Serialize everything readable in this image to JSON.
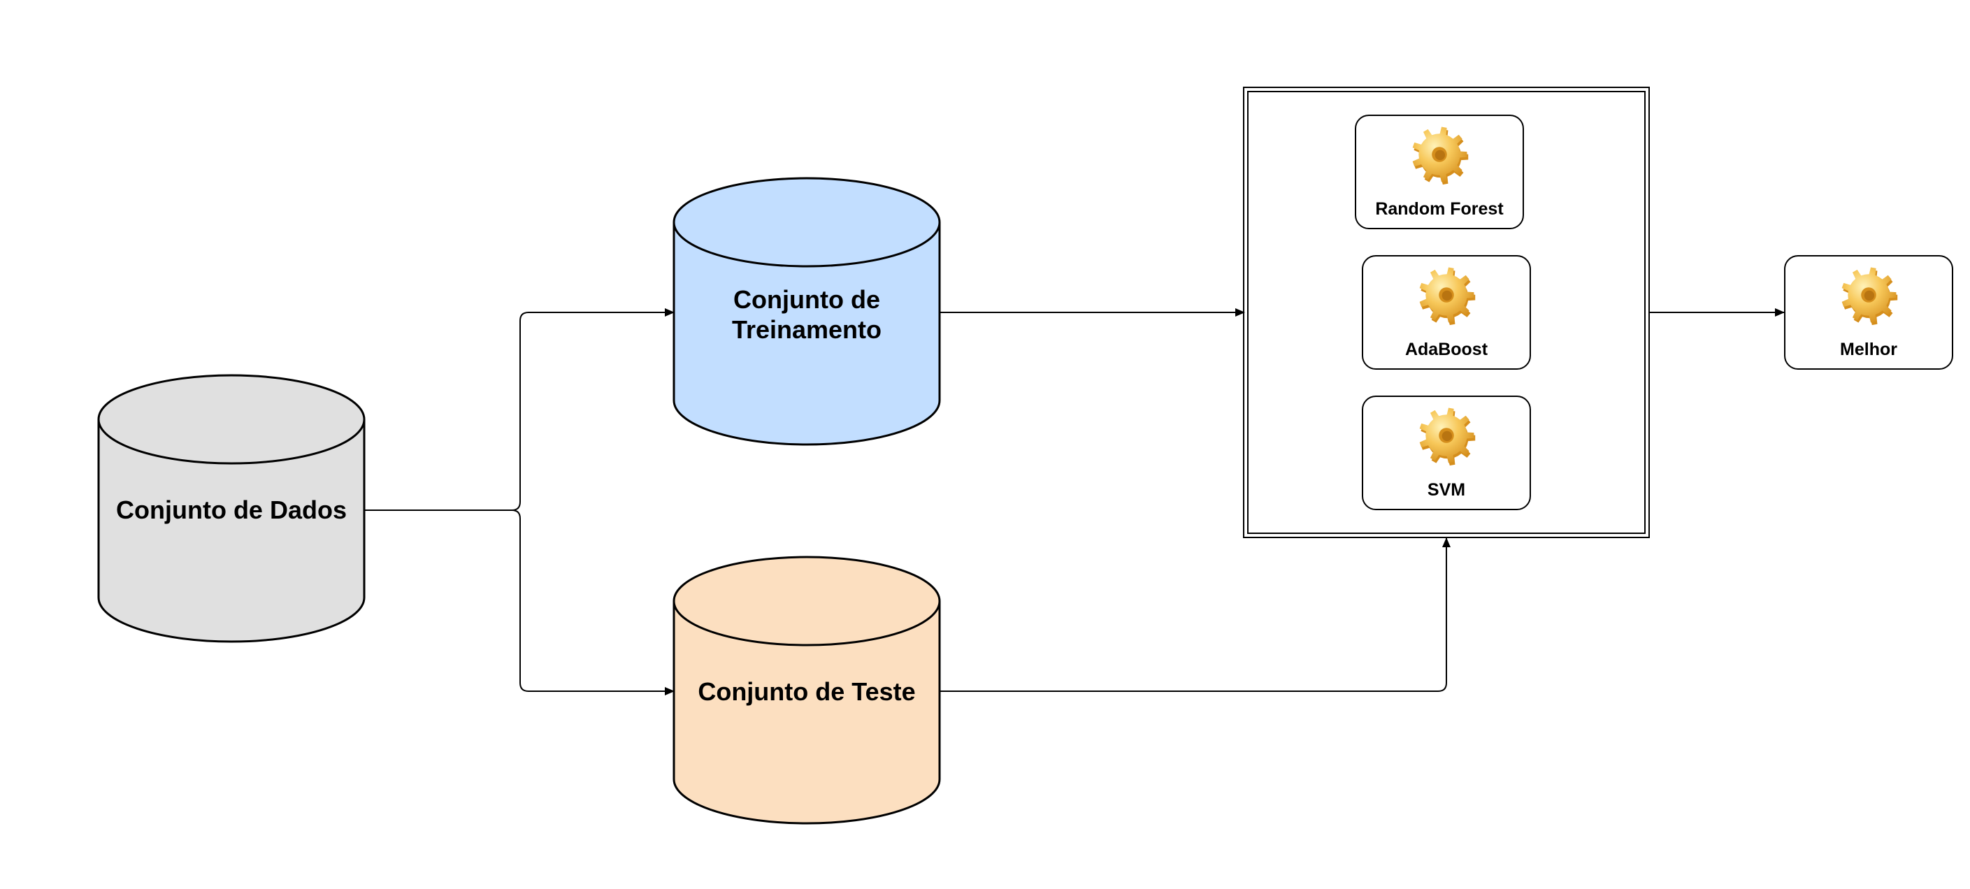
{
  "diagram": {
    "datasets": {
      "full": {
        "label": "Conjunto de Dados",
        "fill": "#e0e0e0"
      },
      "train": {
        "label": "Conjunto de Treinamento",
        "label_line1": "Conjunto de",
        "label_line2": "Treinamento",
        "fill": "#c2deff"
      },
      "test": {
        "label": "Conjunto de Teste",
        "fill": "#fcdfc0"
      }
    },
    "models": [
      {
        "label": "Random Forest",
        "icon": "gear-icon"
      },
      {
        "label": "AdaBoost",
        "icon": "gear-icon"
      },
      {
        "label": "SVM",
        "icon": "gear-icon"
      }
    ],
    "output": {
      "label": "Melhor",
      "icon": "gear-icon"
    },
    "colors": {
      "stroke": "#000000",
      "gear_light": "#f7c85a",
      "gear_dark": "#d58e1c"
    }
  }
}
